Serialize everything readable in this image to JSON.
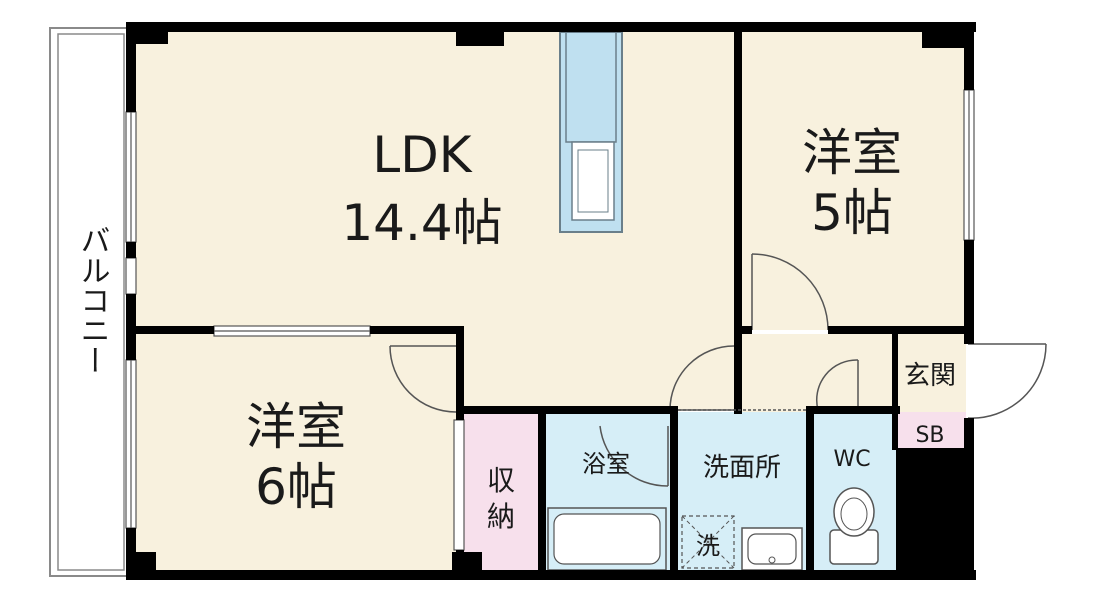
{
  "colors": {
    "room": "#F8F1DE",
    "storage": "#F7E0EC",
    "wet": "#D6EEF7",
    "kitchen": "#BFE0F0",
    "wall": "#000000",
    "shoe_box": "#F7E0EC"
  },
  "rooms": {
    "ldk": {
      "name": "LDK",
      "size": "14.4帖"
    },
    "western_room_5": {
      "name": "洋室",
      "size": "5帖"
    },
    "western_room_6": {
      "name": "洋室",
      "size": "6帖"
    },
    "storage": {
      "line1": "収",
      "line2": "納"
    },
    "bathroom": {
      "name": "浴室"
    },
    "washroom": {
      "name": "洗面所"
    },
    "toilet": {
      "name": "WC"
    },
    "entrance": {
      "name": "玄関"
    },
    "shoe_box": {
      "name": "SB"
    },
    "washer_space": {
      "name": "洗"
    }
  },
  "balcony": {
    "label": "バルコニー"
  }
}
